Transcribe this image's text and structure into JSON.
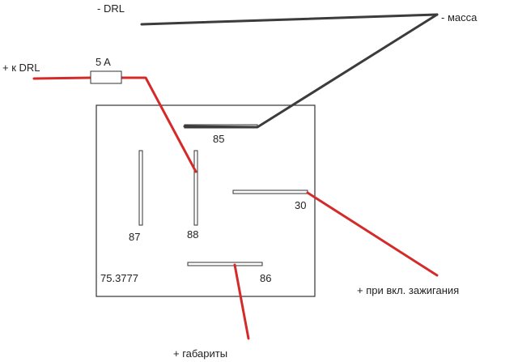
{
  "labels": {
    "minus_drl": "- DRL",
    "mass": "- масса",
    "plus_drl": "+ к DRL",
    "fuse": "5 A",
    "ignition": "+ при вкл. зажигания",
    "parking_lights": "+ габариты",
    "relay_model": "75.3777"
  },
  "pins": {
    "p85": "85",
    "p87": "87",
    "p88": "88",
    "p30": "30",
    "p86": "86"
  },
  "colors": {
    "ground_wire": "#3c3c3c",
    "positive_wire": "#d42a2a",
    "outline": "#333333",
    "text": "#222222"
  }
}
